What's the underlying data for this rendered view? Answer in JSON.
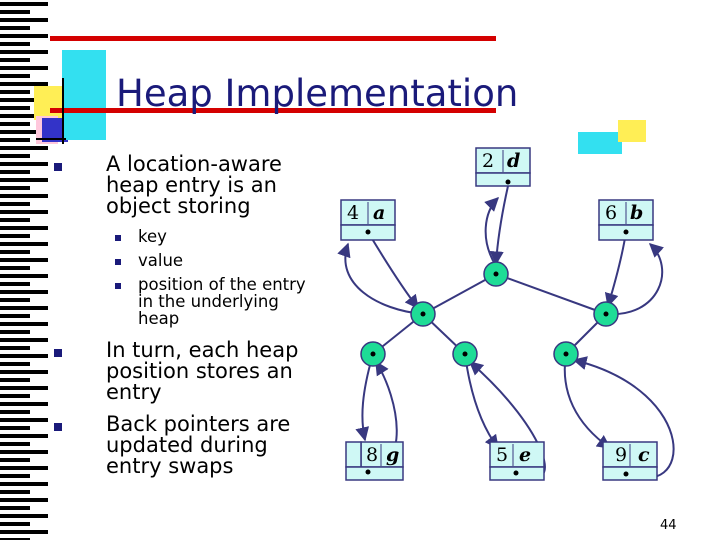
{
  "slide": {
    "title": "Heap Implementation",
    "page_number": "44"
  },
  "bullets": [
    {
      "text": "A location-aware heap entry is an object storing",
      "sub": [
        "key",
        "value",
        "position of the entry in the underlying heap"
      ]
    },
    {
      "text": "In turn, each heap position stores an entry"
    },
    {
      "text": "Back pointers are updated during entry swaps"
    }
  ],
  "entries": [
    {
      "id": "root",
      "key": "2",
      "value": "d"
    },
    {
      "id": "left",
      "key": "4",
      "value": "a"
    },
    {
      "id": "right",
      "key": "6",
      "value": "b"
    },
    {
      "id": "ll",
      "key": "8",
      "value": "g"
    },
    {
      "id": "lr",
      "key": "5",
      "value": "e"
    },
    {
      "id": "rl",
      "key": "9",
      "value": "c"
    }
  ],
  "colors": {
    "title": "#1a1a7a",
    "red_bar": "#d40000",
    "yellow": "#ffee55",
    "cyan": "#33e0f0",
    "node_fill": "#1edc96",
    "entry_fill": "#cff8f5",
    "line": "#383880"
  }
}
